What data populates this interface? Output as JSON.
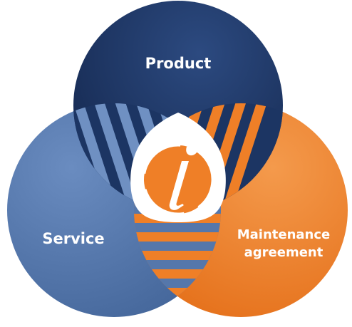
{
  "diagram": {
    "circles": [
      {
        "id": "product",
        "label": "Product",
        "color": "#1c3563"
      },
      {
        "id": "service",
        "label": "Service",
        "color": "#5577ab"
      },
      {
        "id": "maintenance",
        "label_lines": [
          "Maintenance",
          "agreement"
        ],
        "color": "#ef7f27"
      }
    ],
    "center_logo": {
      "icon": "info-i-icon",
      "color": "#ef7f27"
    },
    "colors": {
      "product": "#1c3563",
      "service": "#5577ab",
      "maintenance": "#ef7f27",
      "center": "#ffffff"
    }
  }
}
